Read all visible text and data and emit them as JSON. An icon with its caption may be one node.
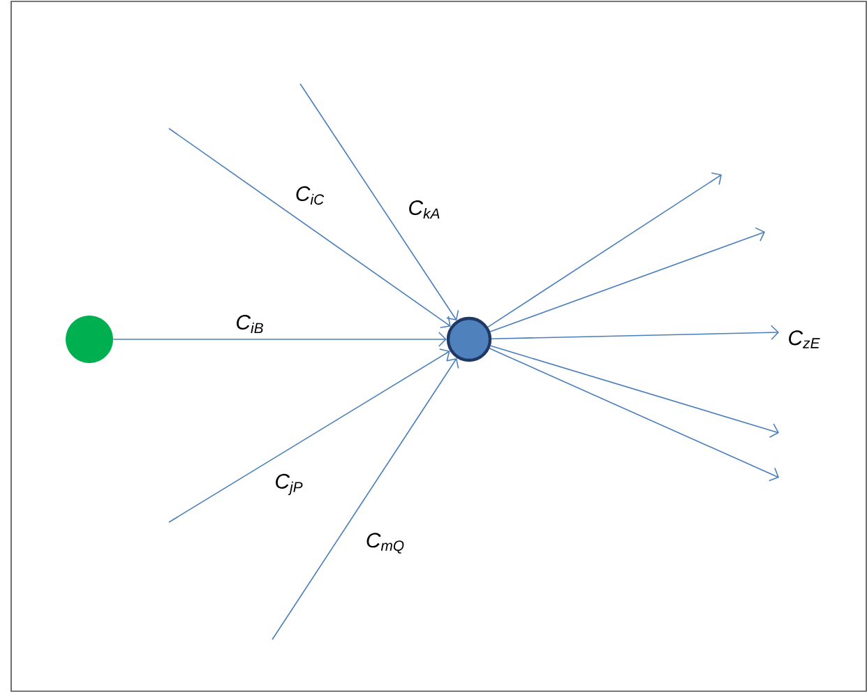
{
  "diagram": {
    "nodes": [
      {
        "text": [],
        "shape": "circle"
      },
      {
        "text": [],
        "shape": "circle"
      }
    ],
    "edges": [
      {
        "from": null,
        "to": 1,
        "arrow": "to",
        "label": "C$_{iC}$"
      },
      {
        "from": null,
        "to": 1,
        "arrow": "to",
        "label": "C$_{kA}$"
      },
      {
        "from": 0,
        "to": 1,
        "arrow": "to",
        "label": "C$_{iB}$"
      },
      {
        "from": null,
        "to": 1,
        "arrow": "to",
        "label": "C$_{jP}$"
      },
      {
        "from": null,
        "to": 1,
        "arrow": "to",
        "label": "C$_{mQ}$"
      },
      {
        "from": 1,
        "to": null,
        "arrow": "to"
      },
      {
        "from": 1,
        "to": null,
        "arrow": "to"
      },
      {
        "from": 1,
        "to": null,
        "arrow": "to",
        "label": "C$_{zE}$"
      },
      {
        "from": 1,
        "to": null,
        "arrow": "to"
      },
      {
        "from": 1,
        "to": null,
        "arrow": "to"
      }
    ]
  }
}
